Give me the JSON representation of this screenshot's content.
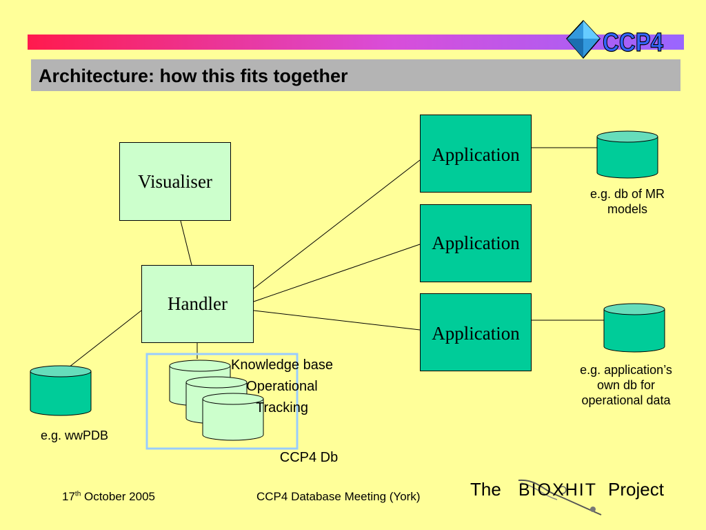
{
  "slide": {
    "title": "Architecture: how this fits together",
    "logo_text": "CCP4"
  },
  "diagram": {
    "visualiser_label": "Visualiser",
    "handler_label": "Handler",
    "applications": [
      "Application",
      "Application",
      "Application"
    ],
    "db_mr_caption": [
      "e.g. db of MR",
      "models"
    ],
    "db_app_caption": [
      "e.g. application’s",
      "own db for",
      "operational data"
    ],
    "wwpdb_caption": "e.g. wwPDB",
    "ccp4db_items": [
      "Knowledge base",
      "Operational",
      "Tracking"
    ],
    "ccp4db_caption": "CCP4 Db"
  },
  "footer": {
    "date_day": "17",
    "date_suffix": "th",
    "date_rest": " October 2005",
    "meeting": "CCP4 Database Meeting (York)",
    "project_the": "The",
    "project_name": "BIOXHIT",
    "project_word": "Project"
  },
  "colors": {
    "background": "#ffff99",
    "title_bar": "#b4b4b4",
    "app_box": "#00cc99",
    "light_box": "#ccffcc",
    "db_dark": "#00cc99",
    "group_border": "#99ccff"
  }
}
